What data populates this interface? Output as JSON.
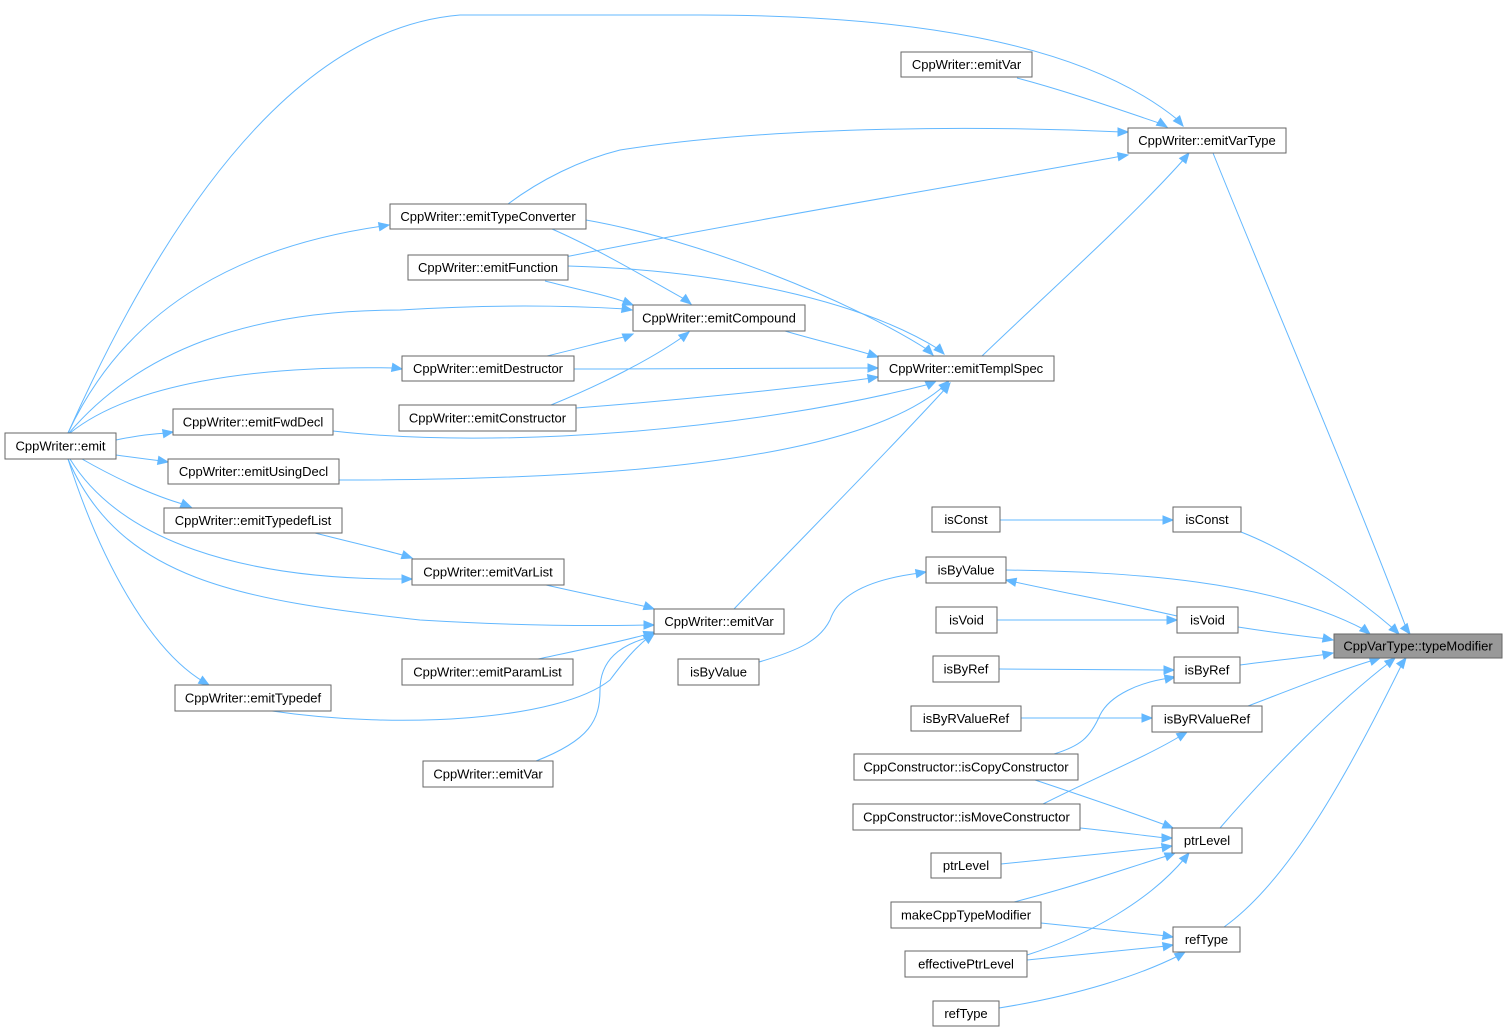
{
  "diagram": {
    "focus_node": "CppVarType::typeModifier",
    "edge_color": "#63b8ff",
    "focus_fill": "#999999",
    "node_border": "#666666",
    "nodes": [
      {
        "id": "typeModifier",
        "label": "CppVarType::typeModifier",
        "focus": true
      },
      {
        "id": "emitVarType",
        "label": "CppWriter::emitVarType"
      },
      {
        "id": "emitVarA",
        "label": "CppWriter::emitVar"
      },
      {
        "id": "emitTemplSpec",
        "label": "CppWriter::emitTemplSpec"
      },
      {
        "id": "emitTypeConverter",
        "label": "CppWriter::emitTypeConverter"
      },
      {
        "id": "emitFunction",
        "label": "CppWriter::emitFunction"
      },
      {
        "id": "emitCompound",
        "label": "CppWriter::emitCompound"
      },
      {
        "id": "emitDestructor",
        "label": "CppWriter::emitDestructor"
      },
      {
        "id": "emitConstructor",
        "label": "CppWriter::emitConstructor"
      },
      {
        "id": "emitFwdDecl",
        "label": "CppWriter::emitFwdDecl"
      },
      {
        "id": "emitUsingDecl",
        "label": "CppWriter::emitUsingDecl"
      },
      {
        "id": "emitTypedefList",
        "label": "CppWriter::emitTypedefList"
      },
      {
        "id": "emitVarList",
        "label": "CppWriter::emitVarList"
      },
      {
        "id": "emitVarB",
        "label": "CppWriter::emitVar"
      },
      {
        "id": "emitParamList",
        "label": "CppWriter::emitParamList"
      },
      {
        "id": "emitTypedef",
        "label": "CppWriter::emitTypedef"
      },
      {
        "id": "emitVarC",
        "label": "CppWriter::emitVar"
      },
      {
        "id": "emit",
        "label": "CppWriter::emit"
      },
      {
        "id": "isConstR",
        "label": "isConst"
      },
      {
        "id": "isConstL",
        "label": "isConst"
      },
      {
        "id": "isByValueR",
        "label": "isByValue"
      },
      {
        "id": "isByValueL",
        "label": "isByValue"
      },
      {
        "id": "isVoidR",
        "label": "isVoid"
      },
      {
        "id": "isVoidL",
        "label": "isVoid"
      },
      {
        "id": "isByRefR",
        "label": "isByRef"
      },
      {
        "id": "isByRefL",
        "label": "isByRef"
      },
      {
        "id": "isByRValueRefR",
        "label": "isByRValueRef"
      },
      {
        "id": "isByRValueRefL",
        "label": "isByRValueRef"
      },
      {
        "id": "isCopyConstructor",
        "label": "CppConstructor::isCopyConstructor"
      },
      {
        "id": "isMoveConstructor",
        "label": "CppConstructor::isMoveConstructor"
      },
      {
        "id": "ptrLevelR",
        "label": "ptrLevel"
      },
      {
        "id": "ptrLevelL",
        "label": "ptrLevel"
      },
      {
        "id": "makeCppTypeModifier",
        "label": "makeCppTypeModifier"
      },
      {
        "id": "effectivePtrLevel",
        "label": "effectivePtrLevel"
      },
      {
        "id": "refTypeR",
        "label": "refType"
      },
      {
        "id": "refTypeL",
        "label": "refType"
      }
    ]
  }
}
